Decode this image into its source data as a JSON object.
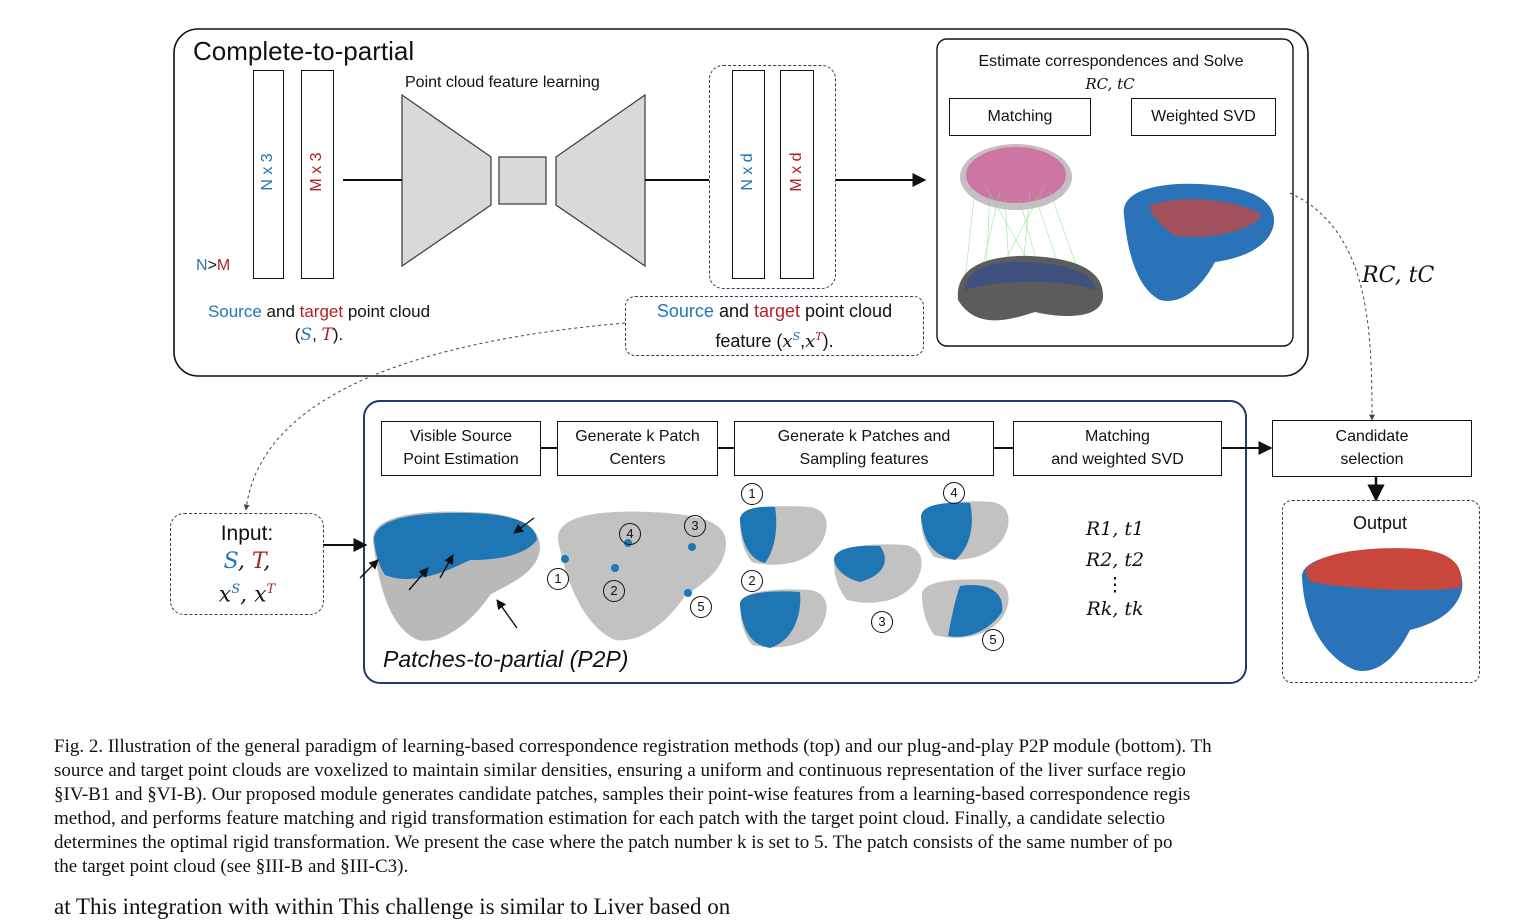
{
  "top_panel": {
    "title": "Complete-to-partial",
    "input_dims": [
      "N x 3",
      "M x 3"
    ],
    "size_relation": {
      "n": "N",
      "gt": ">",
      "m": "M"
    },
    "feature_learning_label": "Point cloud feature learning",
    "feature_dims": [
      "N x d",
      "M x d"
    ],
    "source_caption": {
      "source": "Source",
      "and": " and ",
      "target": "target",
      "rest": " point cloud",
      "line2_open": "(",
      "s": "S",
      "comma": ", ",
      "t": "T",
      "line2_close": ")."
    },
    "feature_caption": {
      "source": "Source",
      "and": " and ",
      "target": "target",
      "rest": " point cloud",
      "line2": "feature (",
      "xs": "x",
      "sup_s": "S",
      "comma": ",",
      "xt": "x",
      "sup_t": "T",
      "close": ")."
    },
    "estimate_title": "Estimate correspondences and Solve",
    "estimate_math": "RC, tC",
    "matching_label": "Matching",
    "weighted_svd_label": "Weighted SVD"
  },
  "side_label": "RC, tC",
  "bottom_panel": {
    "title": "Patches-to-partial (P2P)",
    "steps": [
      {
        "line1": "Visible Source",
        "line2": "Point Estimation"
      },
      {
        "line1": "Generate k Patch",
        "line2": "Centers"
      },
      {
        "line1": "Generate k Patches and",
        "line2": "Sampling features"
      },
      {
        "line1": "Matching",
        "line2": "and weighted SVD"
      }
    ],
    "patch_numbers": [
      "1",
      "2",
      "3",
      "4",
      "5"
    ],
    "results": [
      "R1, t1",
      "R2, t2",
      "⋮",
      "Rk, tk"
    ]
  },
  "input_box": {
    "title": "Input:",
    "s": "S",
    "t": "T",
    "x": "x",
    "sup_s": "S",
    "sup_t": "T"
  },
  "candidate_label": {
    "line1": "Candidate",
    "line2": "selection"
  },
  "output_label": "Output",
  "caption": "Fig. 2.  Illustration of the general paradigm of learning-based correspondence registration methods (top) and our plug-and-play P2P module (bottom). Th\nsource and target point clouds are voxelized to maintain similar densities, ensuring a uniform and continuous representation of the liver surface regio\n§IV-B1 and §VI-B). Our proposed module generates candidate patches, samples their point-wise features from a learning-based correspondence regis\nmethod, and performs feature matching and rigid transformation estimation for each patch with the target point cloud. Finally, a candidate selectio\ndetermines the optimal rigid transformation. We present the case where the patch number k is set to 5. The patch consists of the same number of po\nthe target point cloud (see §III-B and §III-C3).",
  "body_text_cut": "    at                         This integration                 with within               This challenge is similar to   Liver                  based on",
  "colors": {
    "blue": "#1f76b4",
    "red": "#b11f24",
    "navy": "#1d3b6e",
    "gray": "#b9b9b9",
    "pink": "#d2307f"
  }
}
